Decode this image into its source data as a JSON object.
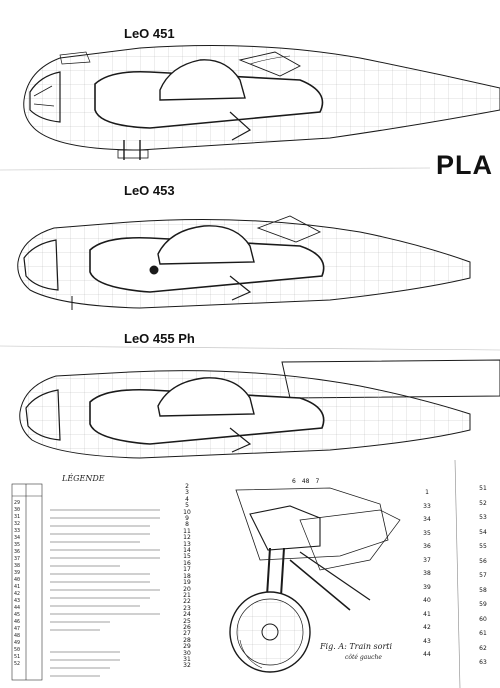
{
  "document": {
    "titles": [
      "LeO 451",
      "LeO 453",
      "LeO 455 Ph"
    ],
    "plate_heading": "PLA",
    "legend_title": "LÉGENDE",
    "figure_caption": "Fig. A: Train sorti",
    "figure_subcaption": "côté gauche",
    "callouts": {
      "top": [
        "6",
        "48",
        "7"
      ],
      "left": [
        "2",
        "3",
        "4",
        "5",
        "10",
        "9",
        "8",
        "11",
        "12",
        "13",
        "14",
        "15",
        "16",
        "17",
        "18",
        "19",
        "20",
        "21",
        "22",
        "23",
        "24",
        "25",
        "26",
        "27",
        "28",
        "29",
        "30",
        "31",
        "32"
      ],
      "right": [
        "1",
        "33",
        "34",
        "35",
        "36",
        "37",
        "38",
        "39",
        "40",
        "41",
        "42",
        "43",
        "44"
      ],
      "far_right": [
        "51",
        "52",
        "53",
        "54",
        "55",
        "56",
        "57",
        "58",
        "59",
        "60",
        "61",
        "62",
        "63"
      ]
    },
    "legend_rows": [
      "29",
      "30",
      "31",
      "32",
      "33",
      "34",
      "35",
      "36",
      "37",
      "38",
      "39",
      "40",
      "41",
      "42",
      "43",
      "44",
      "45",
      "46",
      "47",
      "48",
      "49",
      "50",
      "51",
      "52"
    ]
  },
  "colors": {
    "ink": "#1a1a1a",
    "paper": "#ffffff",
    "grid": "#9a9a9a"
  }
}
